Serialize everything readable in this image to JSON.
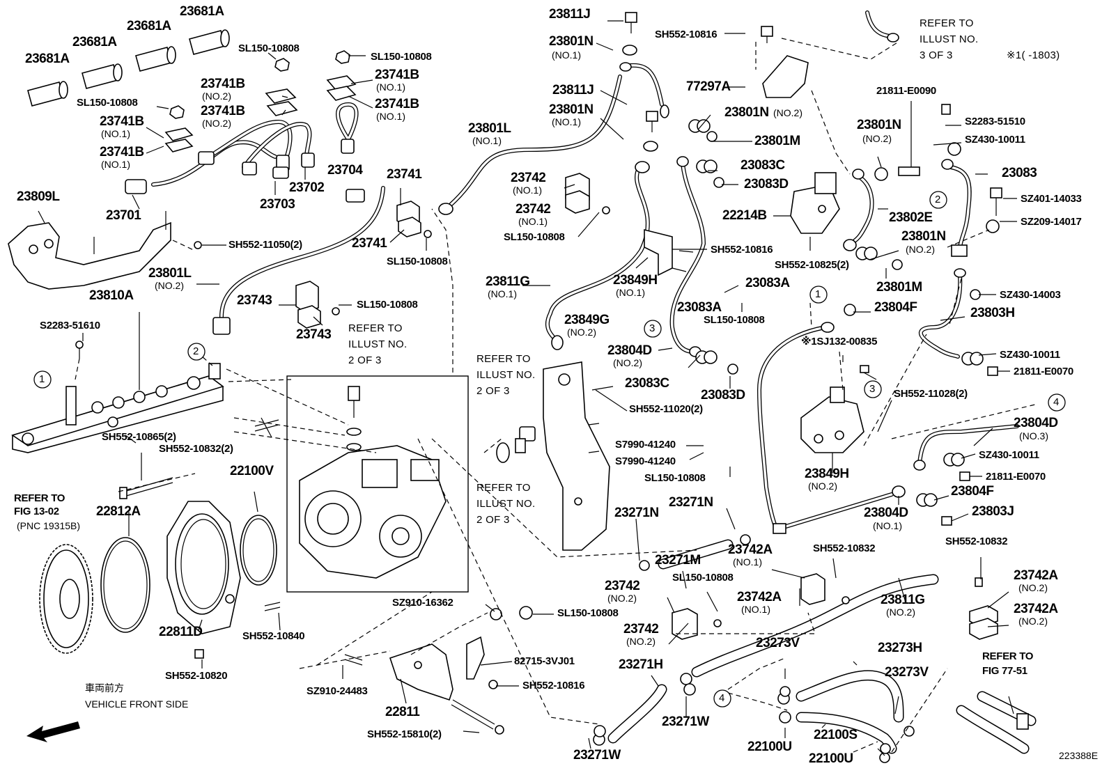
{
  "labels": {
    "l23681A_1": "23681A",
    "l23681A_2": "23681A",
    "l23681A_3": "23681A",
    "l23681A_4": "23681A",
    "lSL150_a": "SL150-10808",
    "lSL150_b": "SL150-10808",
    "lSL150_c": "SL150-10808",
    "l23741B_1": "23741B",
    "l23741B_1s": "(NO.2)",
    "l23741B_2": "23741B",
    "l23741B_2s": "(NO.2)",
    "l23741B_3": "23741B",
    "l23741B_3s": "(NO.1)",
    "l23741B_4": "23741B",
    "l23741B_4s": "(NO.1)",
    "l23741B_5": "23741B",
    "l23741B_5s": "(NO.1)",
    "l23741B_6": "23741B",
    "l23741B_6s": "(NO.1)",
    "l23704": "23704",
    "l23702": "23702",
    "l23703": "23703",
    "l23701": "23701",
    "l23809L": "23809L",
    "lSH552_11050": "SH552-11050(2)",
    "l23801L_2": "23801L",
    "l23801L_2s": "(NO.2)",
    "l23810A": "23810A",
    "lS2283_51610": "S2283-51610",
    "l23743_a": "23743",
    "l23743_b": "23743",
    "lSL150_d": "SL150-10808",
    "l23741_a": "23741",
    "l23741_b": "23741",
    "lSL150_e": "SL150-10808",
    "l23801L_1": "23801L",
    "l23801L_1s": "(NO.1)",
    "lRefer2of3_a": "REFER TO",
    "lRefer2of3_b": "ILLUST NO.",
    "lRefer2of3_c": "2 OF 3",
    "lSH552_10865": "SH552-10865(2)",
    "lSH552_10832a": "SH552-10832(2)",
    "l22100V": "22100V",
    "lReferFig1302_a": "REFER TO",
    "lReferFig1302_b": "FIG 13-02",
    "lReferFig1302_c": "(PNC 19315B)",
    "l22812A": "22812A",
    "l22811D": "22811D",
    "lSH552_10840": "SH552-10840",
    "lSH552_10820": "SH552-10820",
    "lFrontJP": "車両前方",
    "lFrontEN": "VEHICLE FRONT SIDE",
    "lSZ910_16362": "SZ910-16362",
    "lSL150_f": "SL150-10808",
    "l82715": "82715-3VJ01",
    "lSH552_10816c": "SH552-10816",
    "lSZ910_24483": "SZ910-24483",
    "l22811": "22811",
    "lSH552_15810": "SH552-15810(2)",
    "lRefer2of3b_a": "REFER TO",
    "lRefer2of3b_b": "ILLUST NO.",
    "lRefer2of3b_c": "2 OF 3",
    "lRefer2of3c_a": "REFER TO",
    "lRefer2of3c_b": "ILLUST NO.",
    "lRefer2of3c_c": "2 OF 3",
    "l23811J_a": "23811J",
    "l23801N_a": "23801N",
    "l23801N_as": "(NO.1)",
    "l23811J_b": "23811J",
    "l23801N_b": "23801N",
    "l23801N_bs": "(NO.1)",
    "l23742_a": "23742",
    "l23742_as": "(NO.1)",
    "l23742_b": "23742",
    "l23742_bs": "(NO.1)",
    "lSL150_g": "SL150-10808",
    "l23811G_1": "23811G",
    "l23811G_1s": "(NO.1)",
    "l23849H_1": "23849H",
    "l23849H_1s": "(NO.1)",
    "l23849G": "23849G",
    "l23849G_s": "(NO.2)",
    "lSH552_10816a": "SH552-10816",
    "lSH552_10816b": "SH552-10816",
    "l77297A": "77297A",
    "l23801N_c": "23801N",
    "l23801N_cs": "(NO.2)",
    "l23801M_a": "23801M",
    "l23083C_a": "23083C",
    "l23083D_a": "23083D",
    "l22214B": "22214B",
    "lSH552_10825": "SH552-10825(2)",
    "l23083A_a": "23083A",
    "l23083A_b": "23083A",
    "lSL150_h": "SL150-10808",
    "l23804D_2": "23804D",
    "l23804D_2s": "(NO.2)",
    "l23083C_b": "23083C",
    "l23083D_b": "23083D",
    "lSH552_11020": "SH552-11020(2)",
    "lS7990_a": "S7990-41240",
    "lS7990_b": "S7990-41240",
    "lSL150_i": "SL150-10808",
    "l23271N_a": "23271N",
    "l23271N_b": "23271N",
    "l23271M": "23271M",
    "l23742_c": "23742",
    "l23742_cs": "(NO.2)",
    "l23742_d": "23742",
    "l23742_ds": "(NO.2)",
    "lSL150_j": "SL150-10808",
    "l23742A_a": "23742A",
    "l23742A_as": "(NO.1)",
    "l23742A_b": "23742A",
    "l23742A_bs": "(NO.1)",
    "lSH552_10832b": "SH552-10832",
    "lSH552_10832c": "SH552-10832",
    "l23811G_2": "23811G",
    "l23811G_2s": "(NO.2)",
    "l23742A_c": "23742A",
    "l23742A_cs": "(NO.2)",
    "l23742A_d": "23742A",
    "l23742A_ds": "(NO.2)",
    "l23271H": "23271H",
    "l23271W_a": "23271W",
    "l23271W_b": "23271W",
    "l23273V_a": "23273V",
    "l23273H": "23273H",
    "l23273V_b": "23273V",
    "l22100U_a": "22100U",
    "l22100S": "22100S",
    "l22100U_b": "22100U",
    "lReferFig7751_a": "REFER TO",
    "lReferFig7751_b": "FIG 77-51",
    "lRefer3of3_a": "REFER TO",
    "lRefer3of3_b": "ILLUST NO.",
    "lRefer3of3_c": "3 OF 3",
    "lNote1803": "※1(     -1803)",
    "l21811_E0090": "21811-E0090",
    "l23801N_d": "23801N",
    "l23801N_ds": "(NO.2)",
    "lS2283_51510": "S2283-51510",
    "lSZ430_10011a": "SZ430-10011",
    "l23083": "23083",
    "lSZ401": "SZ401-14033",
    "lSZ209": "SZ209-14017",
    "l23802E": "23802E",
    "l23801N_e": "23801N",
    "l23801N_es": "(NO.2)",
    "l23801M_b": "23801M",
    "lSZ430_14003": "SZ430-14003",
    "l23804F_a": "23804F",
    "l23803H": "23803H",
    "lSJ132": "※1SJ132-00835",
    "lSZ430_10011b": "SZ430-10011",
    "l21811_E0070a": "21811-E0070",
    "lSH552_11028": "SH552-11028(2)",
    "l23804D_3": "23804D",
    "l23804D_3s": "(NO.3)",
    "lSZ430_10011c": "SZ430-10011",
    "l21811_E0070b": "21811-E0070",
    "l23849H_2": "23849H",
    "l23849H_2s": "(NO.2)",
    "l23804F_b": "23804F",
    "l23804D_1": "23804D",
    "l23804D_1s": "(NO.1)",
    "l23803J": "23803J",
    "lIllustId": "223388E"
  },
  "callouts": [
    "1",
    "2",
    "1",
    "3",
    "3",
    "4",
    "2",
    "4"
  ],
  "icons": {
    "arrow": "front-direction-arrow-icon"
  }
}
